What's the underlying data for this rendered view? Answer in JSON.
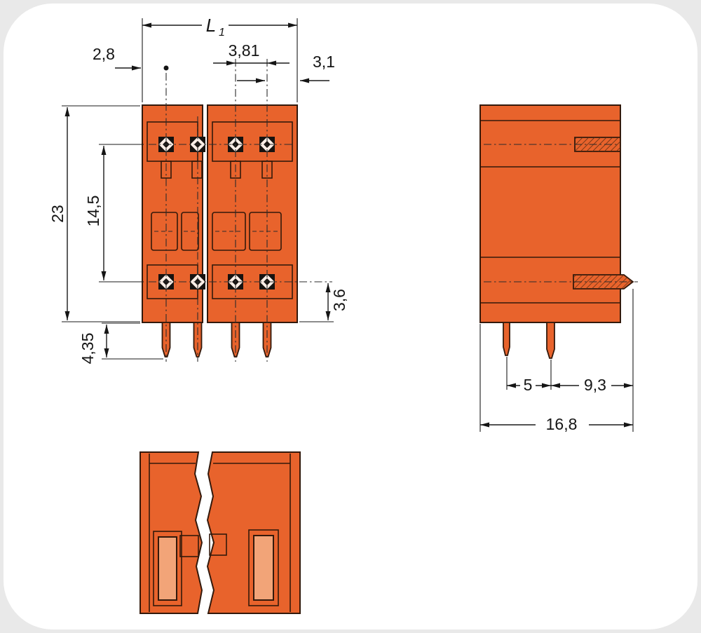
{
  "colors": {
    "background": "#e9e9e9",
    "card": "#ffffff",
    "body_orange": "#e8632c",
    "slot_orange": "#f2a478",
    "line_dark": "#1a1a1a",
    "outline_dark": "#33190b"
  },
  "views": {
    "front": {
      "dims": {
        "overall_length_label": "L",
        "overall_length_sub": "1",
        "pitch": "3,81",
        "left_offset": "2,8",
        "right_offset": "3,1",
        "height": "23",
        "contact_span": "14,5",
        "bottom_offset": "3,6",
        "pin_length": "4,35"
      }
    },
    "side": {
      "dims": {
        "pin_spacing": "5",
        "tip_offset": "9,3",
        "depth": "16,8"
      }
    }
  }
}
